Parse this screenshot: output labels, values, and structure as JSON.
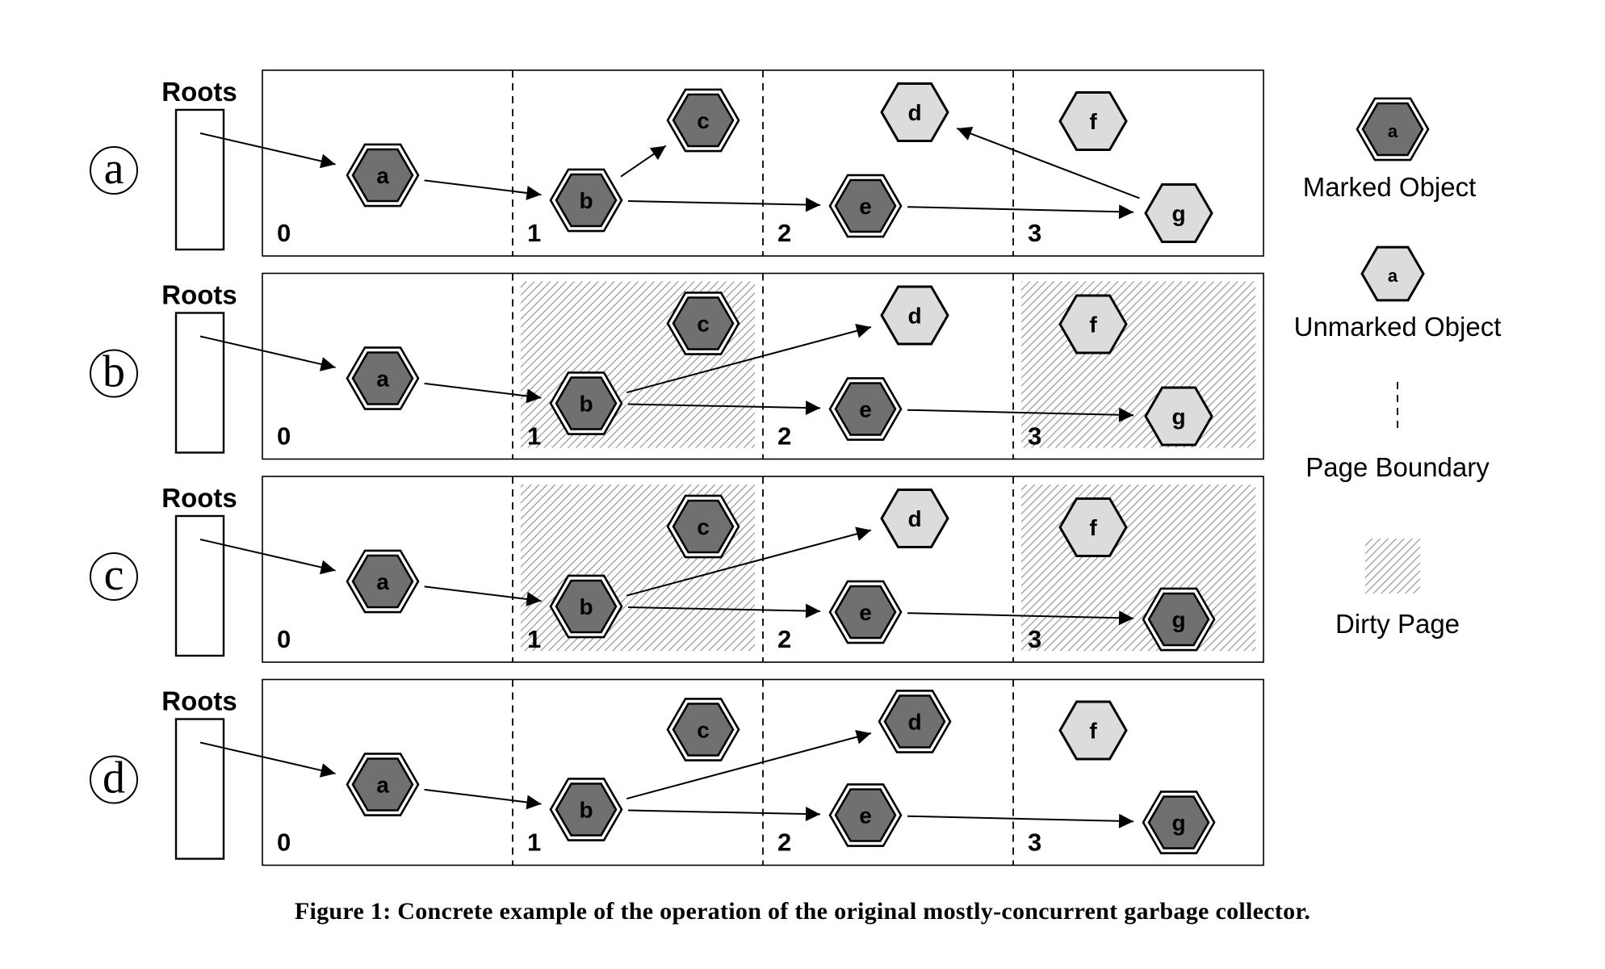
{
  "diagram": {
    "roots_label": "Roots",
    "page_numbers": [
      "0",
      "1",
      "2",
      "3"
    ],
    "object_names": [
      "a",
      "b",
      "c",
      "d",
      "e",
      "f",
      "g"
    ],
    "rows": [
      {
        "label": "a",
        "marked": [
          "a",
          "b",
          "c",
          "e"
        ],
        "dirty_pages": [],
        "edges": [
          [
            "roots",
            "a"
          ],
          [
            "a",
            "b"
          ],
          [
            "b",
            "c"
          ],
          [
            "b",
            "e"
          ],
          [
            "e",
            "g"
          ],
          [
            "g",
            "d"
          ]
        ]
      },
      {
        "label": "b",
        "marked": [
          "a",
          "b",
          "c",
          "e"
        ],
        "dirty_pages": [
          1,
          3
        ],
        "edges": [
          [
            "roots",
            "a"
          ],
          [
            "a",
            "b"
          ],
          [
            "b",
            "d"
          ],
          [
            "b",
            "e"
          ],
          [
            "e",
            "g"
          ]
        ]
      },
      {
        "label": "c",
        "marked": [
          "a",
          "b",
          "c",
          "e",
          "g"
        ],
        "dirty_pages": [
          1,
          3
        ],
        "edges": [
          [
            "roots",
            "a"
          ],
          [
            "a",
            "b"
          ],
          [
            "b",
            "d"
          ],
          [
            "b",
            "e"
          ],
          [
            "e",
            "g"
          ]
        ]
      },
      {
        "label": "d",
        "marked": [
          "a",
          "b",
          "c",
          "d",
          "e",
          "g"
        ],
        "dirty_pages": [],
        "edges": [
          [
            "roots",
            "a"
          ],
          [
            "a",
            "b"
          ],
          [
            "b",
            "d"
          ],
          [
            "b",
            "e"
          ],
          [
            "e",
            "g"
          ]
        ]
      }
    ]
  },
  "legend": {
    "marked_object": "Marked Object",
    "unmarked_object": "Unmarked Object",
    "page_boundary": "Page Boundary",
    "dirty_page": "Dirty Page",
    "sample_node_label": "a",
    "colors": {
      "marked_fill": "#707070",
      "unmarked_fill": "#dcdcdc",
      "dirty_hatch": "#9a9a9a"
    }
  },
  "caption": "Figure 1: Concrete example of the operation of the original mostly-concurrent garbage collector."
}
